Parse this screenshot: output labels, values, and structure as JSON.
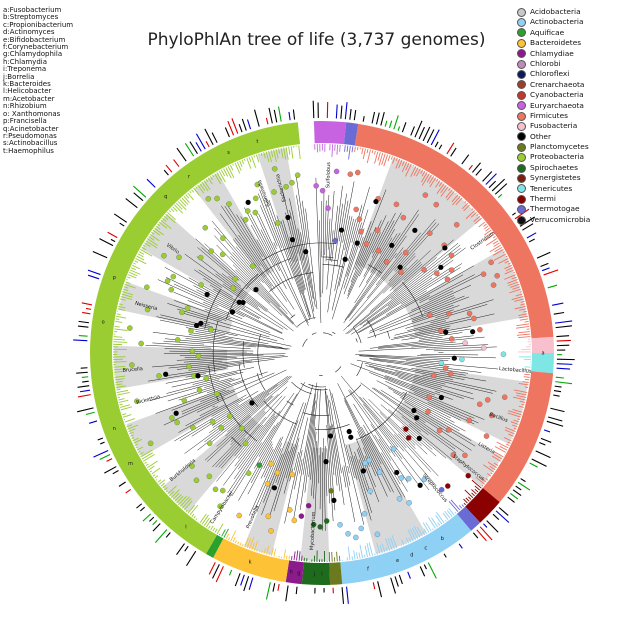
{
  "title": "PhyloPhlAn tree of life (3,737 genomes)",
  "genus_key": [
    "a:Fusobacterium",
    "b:Streptomyces",
    "c:Propionibacterium",
    "d:Actinomyces",
    "e:Bifidobacterium",
    "f:Corynebacterium",
    "g:Chlamydophila",
    "h:Chlamydia",
    "i:Treponema",
    "j:Borrelia",
    "k:Bacteroides",
    "l:Helicobacter",
    "m:Acetobacter",
    "n:Rhizobium",
    "o: Xanthomonas",
    "p:Francisella",
    "q:Acinetobacter",
    "r:Pseudomonas",
    "s:Actinobacillus",
    "t:Haemophilus"
  ],
  "legend": [
    {
      "label": "Acidobacteria",
      "color": "#c8c8c8"
    },
    {
      "label": "Actinobacteria",
      "color": "#8fd0f5"
    },
    {
      "label": "Aquificae",
      "color": "#2ca02c"
    },
    {
      "label": "Bacteroidetes",
      "color": "#fdc236"
    },
    {
      "label": "Chlamydiae",
      "color": "#8b1a8b"
    },
    {
      "label": "Chlorobi",
      "color": "#c08ab8"
    },
    {
      "label": "Chloroflexi",
      "color": "#0b1a5e"
    },
    {
      "label": "Crenarchaeota",
      "color": "#9b3f2a"
    },
    {
      "label": "Cyanobacteria",
      "color": "#c0392b"
    },
    {
      "label": "Euryarchaeota",
      "color": "#c763e0"
    },
    {
      "label": "Firmicutes",
      "color": "#ee7560"
    },
    {
      "label": "Fusobacteria",
      "color": "#f8c0cc"
    },
    {
      "label": "Other",
      "color": "#000000"
    },
    {
      "label": "Planctomycetes",
      "color": "#6b7a1e"
    },
    {
      "label": "Proteobacteria",
      "color": "#9acd32"
    },
    {
      "label": "Spirochaetes",
      "color": "#1e6b1e"
    },
    {
      "label": "Synergistetes",
      "color": "#7a1e0e"
    },
    {
      "label": "Tenericutes",
      "color": "#7fe6e6"
    },
    {
      "label": "Thermi",
      "color": "#8b0000"
    },
    {
      "label": "Thermotogae",
      "color": "#6b6bd6"
    },
    {
      "label": "Verrucomicrobia",
      "color": "#111111"
    }
  ],
  "ring_segments": [
    {
      "start": -92,
      "end": -84,
      "color": "#c763e0"
    },
    {
      "start": -84,
      "end": -81,
      "color": "#6b6bd6"
    },
    {
      "start": -81,
      "end": -4,
      "color": "#ee7560"
    },
    {
      "start": -4,
      "end": 0,
      "color": "#f8c0cc"
    },
    {
      "start": 0,
      "end": 5,
      "color": "#7fe6e6"
    },
    {
      "start": 5,
      "end": 40,
      "color": "#ee7560"
    },
    {
      "start": 40,
      "end": 47,
      "color": "#8b0000"
    },
    {
      "start": 47,
      "end": 50,
      "color": "#6b6bd6"
    },
    {
      "start": 50,
      "end": 85,
      "color": "#8fd0f5"
    },
    {
      "start": 85,
      "end": 88,
      "color": "#6b7a1e"
    },
    {
      "start": 88,
      "end": 95,
      "color": "#1e6b1e"
    },
    {
      "start": 95,
      "end": 99,
      "color": "#8b1a8b"
    },
    {
      "start": 99,
      "end": 118,
      "color": "#fdc236"
    },
    {
      "start": 118,
      "end": 120,
      "color": "#2ca02c"
    },
    {
      "start": 120,
      "end": 264,
      "color": "#9acd32"
    }
  ],
  "clade_labels": [
    {
      "text": "Escherichia",
      "angle": -104,
      "radius": 170
    },
    {
      "text": "Salmonella",
      "angle": -110,
      "radius": 170
    },
    {
      "text": "Clostridium",
      "angle": -35,
      "radius": 196
    },
    {
      "text": "Lactobacillus",
      "angle": 5,
      "radius": 194
    },
    {
      "text": "Bacillus",
      "angle": 20,
      "radius": 188
    },
    {
      "text": "Listeria",
      "angle": 30,
      "radius": 190
    },
    {
      "text": "Staphylococcus",
      "angle": 38,
      "radius": 186
    },
    {
      "text": "Streptococcus",
      "angle": 50,
      "radius": 176
    },
    {
      "text": "Mycobacterium",
      "angle": 93,
      "radius": 178
    },
    {
      "text": "Prevotella",
      "angle": 113,
      "radius": 178
    },
    {
      "text": "Campylobacter",
      "angle": 123,
      "radius": 184
    },
    {
      "text": "Burkholderia",
      "angle": 140,
      "radius": 182
    },
    {
      "text": "Rickettsia",
      "angle": 165,
      "radius": 180
    },
    {
      "text": "Brucella",
      "angle": 175,
      "radius": 190
    },
    {
      "text": "Neisseria",
      "angle": 195,
      "radius": 182
    },
    {
      "text": "Vibrio",
      "angle": 215,
      "radius": 182
    },
    {
      "text": "Sulfolobus",
      "angle": -88,
      "radius": 178
    }
  ],
  "genus_letters": [
    {
      "text": "a",
      "angle": 0
    },
    {
      "text": "b",
      "angle": 57
    },
    {
      "text": "c",
      "angle": 62
    },
    {
      "text": "d",
      "angle": 66
    },
    {
      "text": "e",
      "angle": 70
    },
    {
      "text": "f",
      "angle": 78
    },
    {
      "text": "g",
      "angle": 96
    },
    {
      "text": "h",
      "angle": 98
    },
    {
      "text": "i",
      "angle": 90
    },
    {
      "text": "j",
      "angle": 92
    },
    {
      "text": "k",
      "angle": 109
    },
    {
      "text": "l",
      "angle": 128
    },
    {
      "text": "m",
      "angle": 150
    },
    {
      "text": "n",
      "angle": 160
    },
    {
      "text": "o",
      "angle": 188
    },
    {
      "text": "p",
      "angle": 200
    },
    {
      "text": "q",
      "angle": 225
    },
    {
      "text": "r",
      "angle": 233
    },
    {
      "text": "s",
      "angle": 245
    },
    {
      "text": "t",
      "angle": 253
    }
  ],
  "outer_bar_colors": [
    "#000000",
    "#000000",
    "#000000",
    "#0000cc",
    "#dd0000",
    "#00aa00",
    "#000000"
  ]
}
